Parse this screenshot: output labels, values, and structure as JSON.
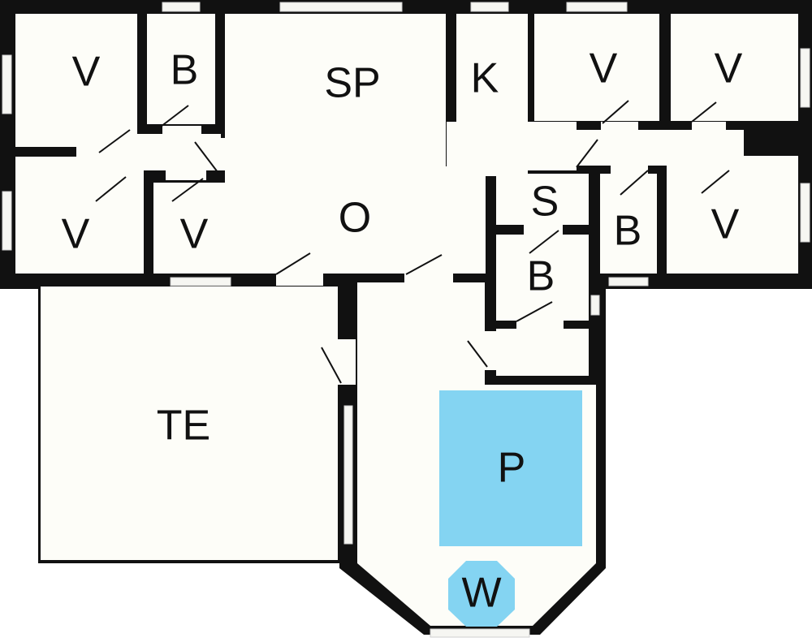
{
  "colors": {
    "wall": "#111111",
    "floor": "#fdfdf8",
    "water": "#84d4f2",
    "opening": "#f6f6f2",
    "swing": "#111111",
    "background": "#ffffff"
  },
  "rooms": [
    {
      "id": "v1",
      "label": "V"
    },
    {
      "id": "b1",
      "label": "B"
    },
    {
      "id": "sp",
      "label": "SP"
    },
    {
      "id": "k",
      "label": "K"
    },
    {
      "id": "v2",
      "label": "V"
    },
    {
      "id": "v3",
      "label": "V"
    },
    {
      "id": "v4",
      "label": "V"
    },
    {
      "id": "v5",
      "label": "V"
    },
    {
      "id": "o",
      "label": "O"
    },
    {
      "id": "s",
      "label": "S"
    },
    {
      "id": "b2",
      "label": "B"
    },
    {
      "id": "v6",
      "label": "V"
    },
    {
      "id": "b3",
      "label": "B"
    },
    {
      "id": "te",
      "label": "TE"
    },
    {
      "id": "p",
      "label": "P"
    },
    {
      "id": "w",
      "label": "W"
    }
  ]
}
